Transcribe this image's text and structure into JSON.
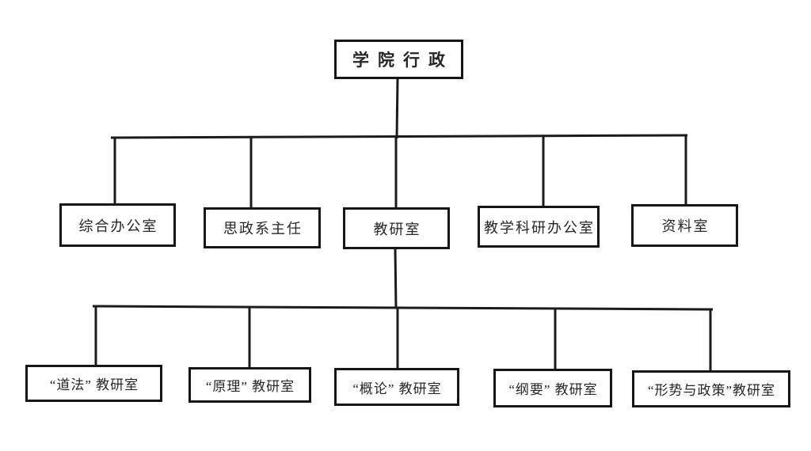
{
  "diagram": {
    "type": "org-chart",
    "root": {
      "label": "学院行政"
    },
    "level2": [
      {
        "label": "综合办公室"
      },
      {
        "label": "思政系主任"
      },
      {
        "label": "教研室"
      },
      {
        "label": "教学科研办公室"
      },
      {
        "label": "资料室"
      }
    ],
    "level3_parent": "教研室",
    "level3": [
      {
        "label": "“道法” 教研室"
      },
      {
        "label": "“原理” 教研室"
      },
      {
        "label": "“概论” 教研室"
      },
      {
        "label": "“纲要” 教研室"
      },
      {
        "label": "“形势与政策”教研室"
      }
    ],
    "colors": {
      "line": "#1b1b1b",
      "border": "#161616",
      "background": "#ffffff",
      "text": "#262626"
    }
  }
}
